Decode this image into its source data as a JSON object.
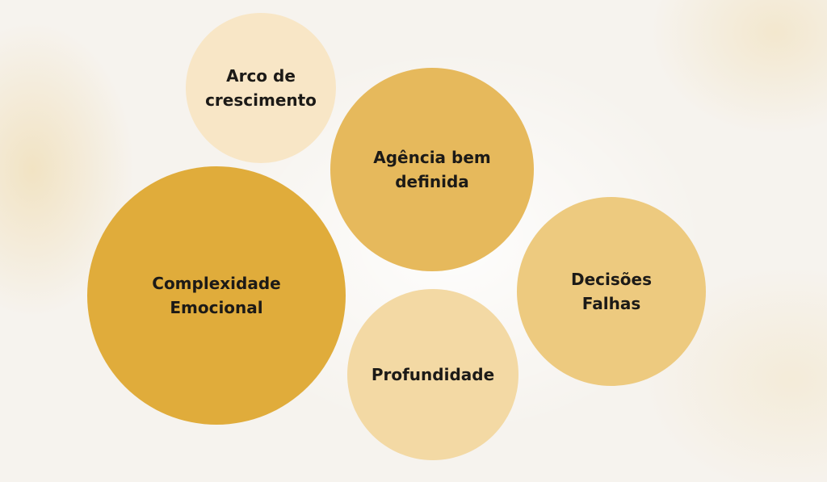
{
  "diagram": {
    "bubbles": [
      {
        "id": "arco",
        "label": "Arco de\ncrescimento",
        "color": "#f8e6c6"
      },
      {
        "id": "agencia",
        "label": "Agência bem\ndefinida",
        "color": "#e6b95c"
      },
      {
        "id": "complexidade",
        "label": "Complexidade\nEmocional",
        "color": "#e0ac3b"
      },
      {
        "id": "decisoes",
        "label": "Decisões\nFalhas",
        "color": "#edca7f"
      },
      {
        "id": "profundidade",
        "label": "Profundidade",
        "color": "#f3d9a4"
      }
    ]
  }
}
